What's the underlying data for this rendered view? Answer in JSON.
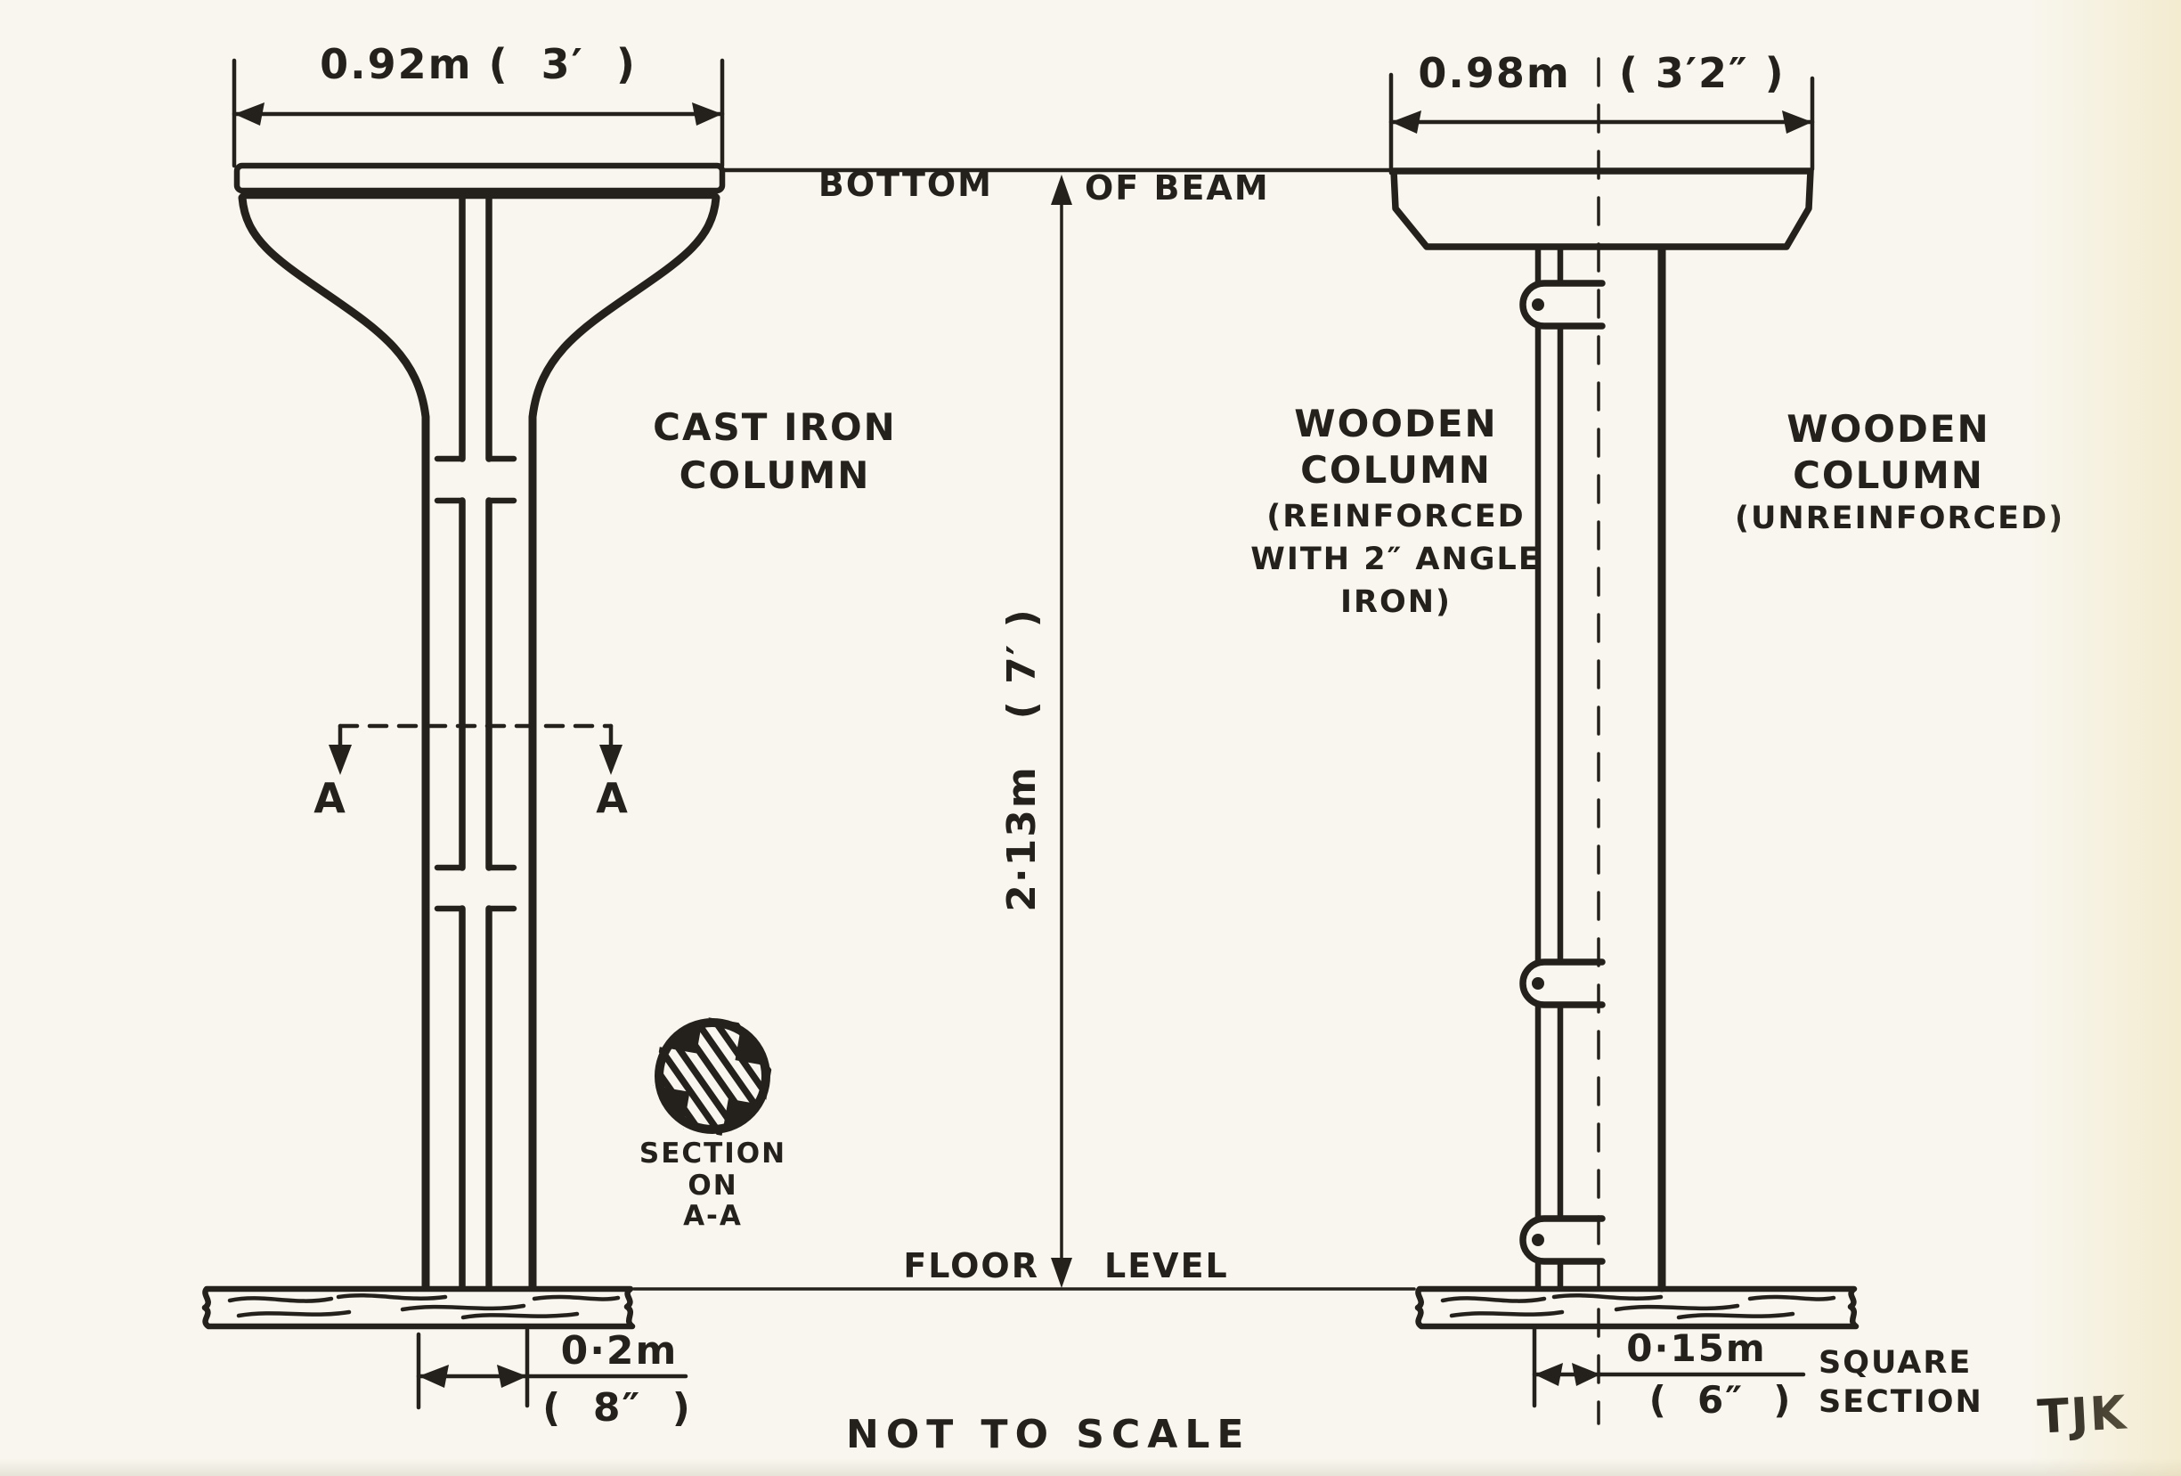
{
  "drawing": {
    "paper_color": "#f8f6ee",
    "ink_color": "#24211c",
    "note": "NOT TO SCALE",
    "signature": "TJK"
  },
  "dimensions": {
    "top_left": "0.92m (  3′  )",
    "top_right": "0.98m   ( 3′2″ )",
    "height": "2·13m   ( 7′ )",
    "base_left_metric": "0·2m",
    "base_left_imperial": "(  8″  )",
    "base_right_metric": "0·15m",
    "base_right_imperial": "(  6″  )",
    "base_right_note1": "SQUARE",
    "base_right_note2": "SECTION"
  },
  "datum_labels": {
    "beam_1": "BOTTOM",
    "beam_2": "OF BEAM",
    "floor_1": "FLOOR",
    "floor_2": "LEVEL"
  },
  "column_labels": {
    "cast_iron_1": "CAST IRON",
    "cast_iron_2": "COLUMN",
    "reinforced_1": "WOODEN",
    "reinforced_2": "COLUMN",
    "reinforced_3": "(REINFORCED",
    "reinforced_4": "WITH 2″ ANGLE",
    "reinforced_5": "IRON)",
    "unreinforced_1": "WOODEN",
    "unreinforced_2": "COLUMN",
    "unreinforced_3": "(UNREINFORCED)"
  },
  "section": {
    "marker_left": "A",
    "marker_right": "A",
    "label_1": "SECTION",
    "label_2": "ON",
    "label_3": "A-A"
  }
}
